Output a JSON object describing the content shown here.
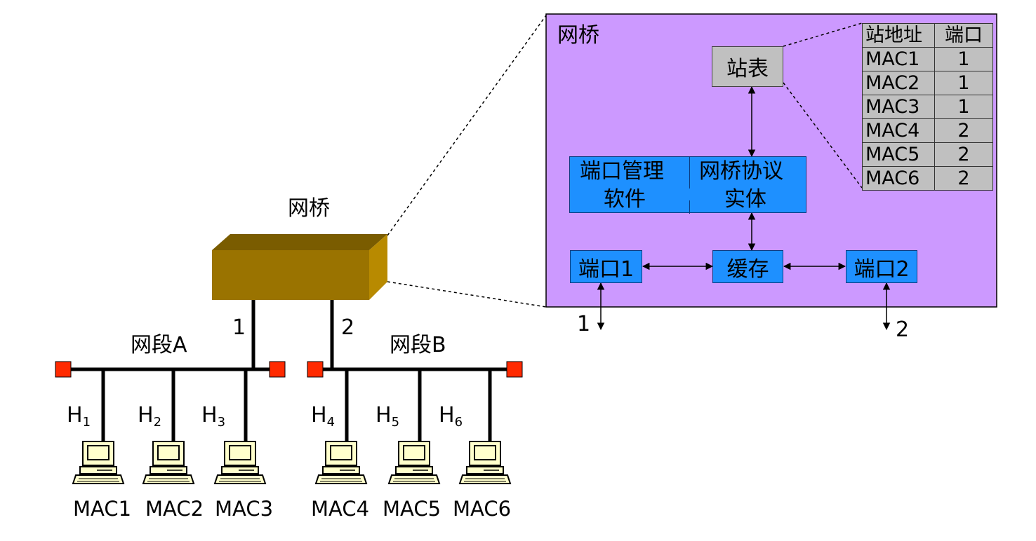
{
  "bridge_label": "网桥",
  "port_labels": {
    "p1": "1",
    "p2": "2"
  },
  "segments": {
    "a": "网段A",
    "b": "网段B"
  },
  "hosts": [
    {
      "label": "H",
      "sub": "1",
      "mac": "MAC1"
    },
    {
      "label": "H",
      "sub": "2",
      "mac": "MAC2"
    },
    {
      "label": "H",
      "sub": "3",
      "mac": "MAC3"
    },
    {
      "label": "H",
      "sub": "4",
      "mac": "MAC4"
    },
    {
      "label": "H",
      "sub": "5",
      "mac": "MAC5"
    },
    {
      "label": "H",
      "sub": "6",
      "mac": "MAC6"
    }
  ],
  "detail": {
    "title": "网桥",
    "station_table_box": "站表",
    "port_mgmt_l1": "端口管理",
    "port_mgmt_l2": "软件",
    "protocol_l1": "网桥协议",
    "protocol_l2": "实体",
    "port1": "端口1",
    "buffer": "缓存",
    "port2": "端口2",
    "ext1": "1",
    "ext2": "2"
  },
  "station_table": {
    "headers": [
      "站地址",
      "端口"
    ],
    "rows": [
      [
        "MAC1",
        "1"
      ],
      [
        "MAC2",
        "1"
      ],
      [
        "MAC3",
        "1"
      ],
      [
        "MAC4",
        "2"
      ],
      [
        "MAC5",
        "2"
      ],
      [
        "MAC6",
        "2"
      ]
    ]
  },
  "colors": {
    "panel": "#cc99ff",
    "bridge_front": "#9a7300",
    "bridge_top": "#7a5c00",
    "bridge_side": "#b88a00",
    "module": "#1e90ff",
    "station_box": "#c0c0c0",
    "terminator": "#ff2a00"
  }
}
